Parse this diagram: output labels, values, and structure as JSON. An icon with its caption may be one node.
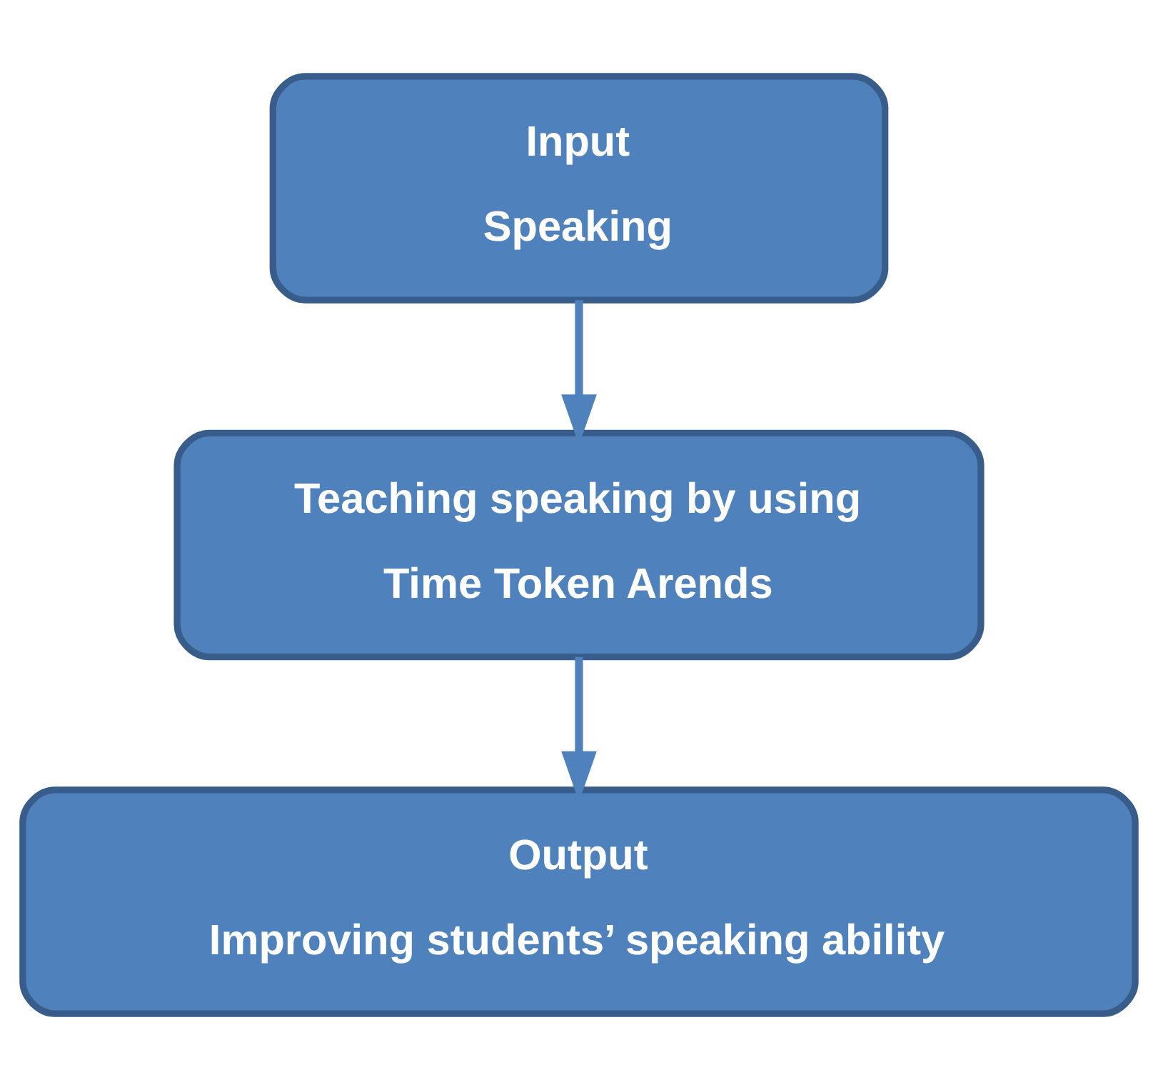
{
  "diagram": {
    "nodes": [
      {
        "text": [
          "Input",
          "Speaking"
        ]
      },
      {
        "text": [
          "Teaching speaking by using",
          "Time Token Arends"
        ]
      },
      {
        "text": [
          "Output",
          "Improving students’ speaking ability"
        ]
      }
    ],
    "edges": [
      {
        "from": 0,
        "to": 1,
        "arrow": "to"
      },
      {
        "from": 1,
        "to": 2,
        "arrow": "to"
      }
    ]
  }
}
